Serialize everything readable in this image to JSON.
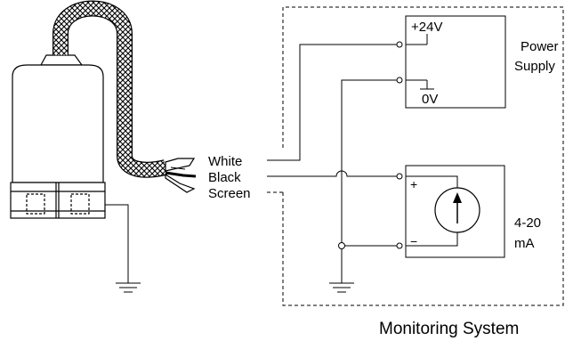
{
  "wire_labels": {
    "white": "White",
    "black": "Black",
    "screen": "Screen"
  },
  "power_supply": {
    "plus_label": "+24V",
    "zero_label": "0V",
    "title_line1": "Power",
    "title_line2": "Supply"
  },
  "meter": {
    "plus_sign": "+",
    "minus_sign": "−",
    "label_line1": "4-20",
    "label_line2": "mA"
  },
  "system_label": "Monitoring System",
  "icons": [
    "sensor-body-icon",
    "braided-cable-icon",
    "ground-icon",
    "ammeter-icon"
  ],
  "colors": {
    "line": "#000000",
    "background": "#ffffff",
    "cable_fill": "#555555"
  }
}
